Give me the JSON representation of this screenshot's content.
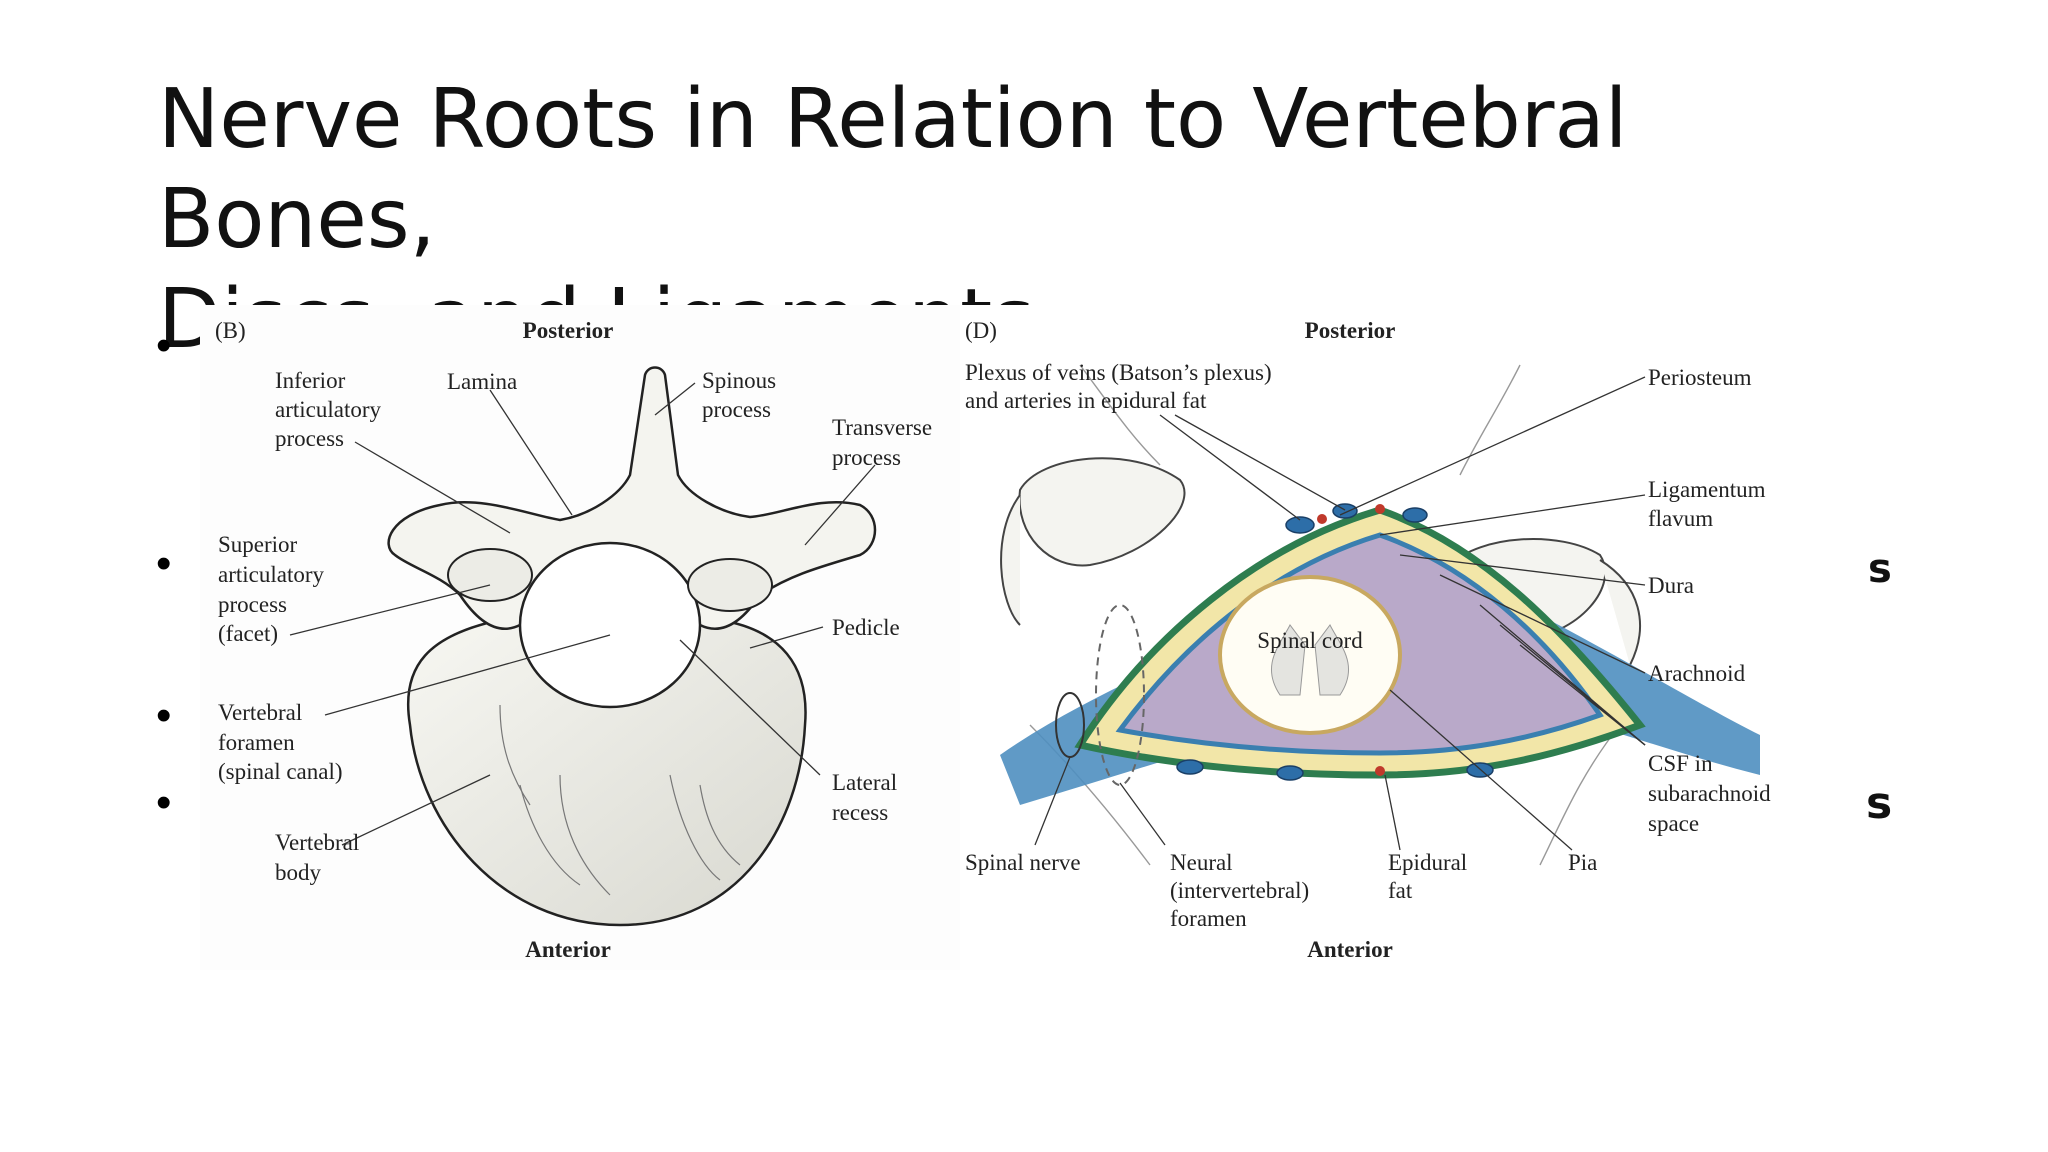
{
  "slide": {
    "title_line1": "Nerve Roots in Relation to Vertebral Bones,",
    "title_line2": "Discs, and Ligaments",
    "bullet_glyph": "•",
    "edge_fragments": [
      "s",
      "s"
    ]
  },
  "figure_b": {
    "panel_letter": "(B)",
    "posterior": "Posterior",
    "anterior": "Anterior",
    "labels": {
      "inferior_articular": [
        "Inferior",
        "articulatory",
        "process"
      ],
      "lamina": "Lamina",
      "spinous": [
        "Spinous",
        "process"
      ],
      "transverse": [
        "Transverse",
        "process"
      ],
      "superior_articular": [
        "Superior",
        "articulatory",
        "process",
        "(facet)"
      ],
      "pedicle": "Pedicle",
      "vertebral_foramen": [
        "Vertebral",
        "foramen",
        "(spinal canal)"
      ],
      "lateral_recess": [
        "Lateral",
        "recess"
      ],
      "vertebral_body": [
        "Vertebral",
        "body"
      ]
    }
  },
  "figure_d": {
    "panel_letter": "(D)",
    "posterior": "Posterior",
    "anterior": "Anterior",
    "labels": {
      "plexus": [
        "Plexus of veins (Batson’s plexus)",
        "and arteries in epidural fat"
      ],
      "periosteum": "Periosteum",
      "ligamentum": [
        "Ligamentum",
        "flavum"
      ],
      "dura": "Dura",
      "spinal_cord": "Spinal cord",
      "arachnoid": "Arachnoid",
      "csf": [
        "CSF in",
        "subarachnoid",
        "space"
      ],
      "spinal_nerve": "Spinal nerve",
      "neural_foramen": [
        "Neural",
        "(intervertebral)",
        "foramen"
      ],
      "epidural_fat": [
        "Epidural",
        "fat"
      ],
      "pia": "Pia"
    }
  }
}
